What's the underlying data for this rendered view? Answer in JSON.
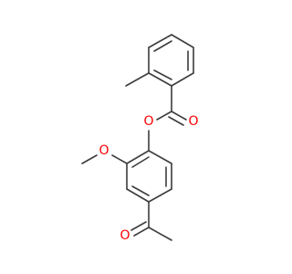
{
  "molecule": {
    "atoms": {
      "ester_oxygen": "O",
      "carbonyl_oxygen": "O",
      "methoxy_oxygen": "O",
      "acetyl_oxygen": "O"
    },
    "colors": {
      "bond": "#3c3c3c",
      "oxygen": "#ff0000",
      "background": "#ffffff"
    }
  }
}
